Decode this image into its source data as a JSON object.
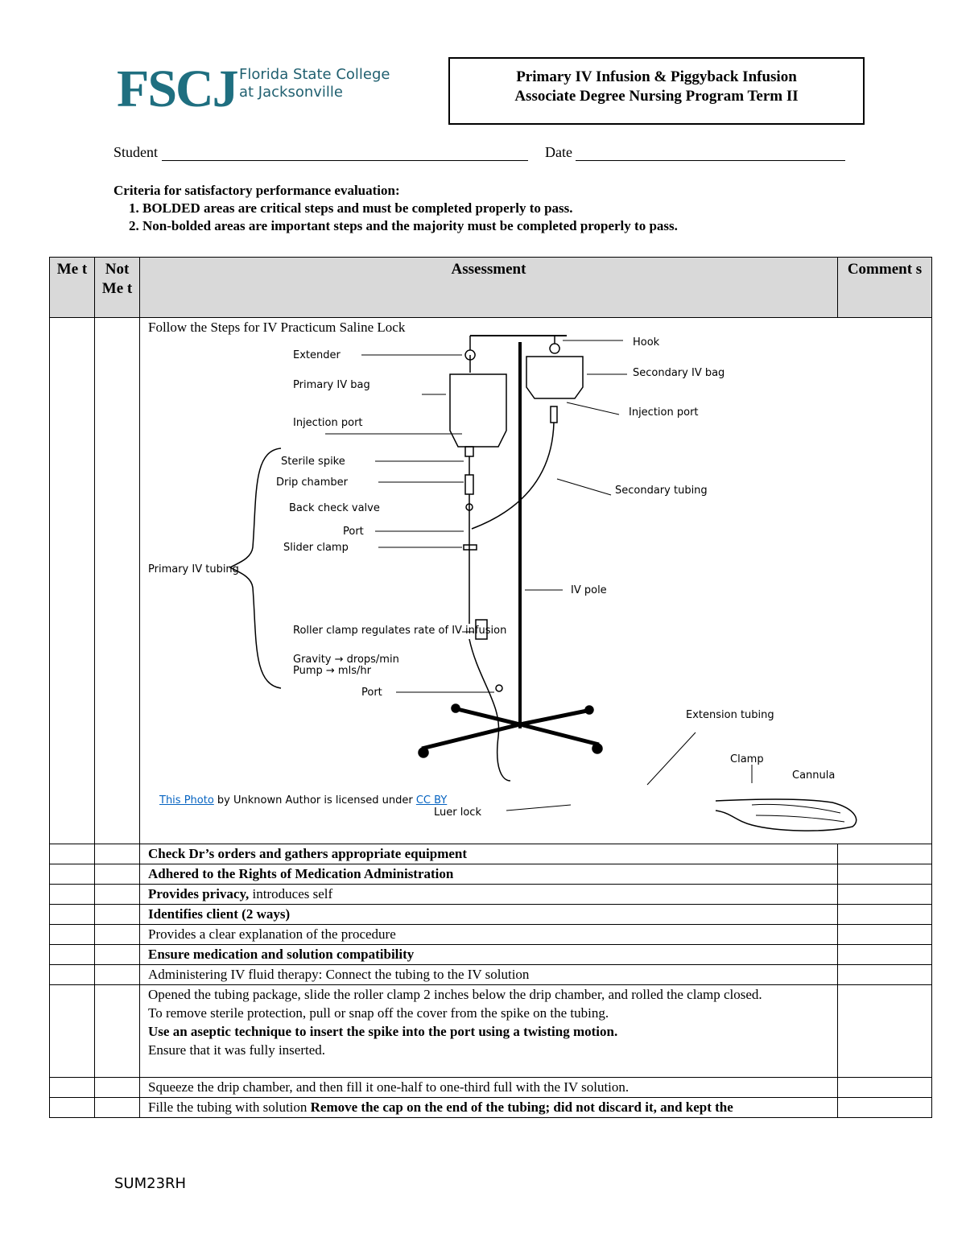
{
  "header": {
    "logo_text": "FSCJ",
    "logo_name_line1": "Florida State College",
    "logo_name_line2": "at Jacksonville",
    "title_line1": "Primary IV Infusion & Piggyback Infusion",
    "title_line2": "Associate Degree Nursing Program Term II"
  },
  "form": {
    "student_label": "Student",
    "date_label": "Date"
  },
  "criteria": {
    "heading": "Criteria for satisfactory performance evaluation:",
    "items": [
      "BOLDED areas are critical steps and must be completed properly to pass.",
      "Non-bolded areas are important steps and the majority must be completed properly to pass."
    ]
  },
  "table": {
    "headers": {
      "met": "Me t",
      "not_met": "Not Me t",
      "assessment": "Assessment",
      "comments": "Comment s"
    },
    "diagram_intro": "Follow the Steps for IV Practicum Saline Lock",
    "diagram_labels": {
      "hook": "Hook",
      "extender": "Extender",
      "primary_bag": "Primary IV bag",
      "secondary_bag": "Secondary IV bag",
      "injection_port_left": "Injection port",
      "injection_port_right": "Injection port",
      "sterile_spike": "Sterile spike",
      "drip_chamber": "Drip chamber",
      "back_check": "Back check valve",
      "port1": "Port",
      "slider_clamp": "Slider clamp",
      "secondary_tubing": "Secondary tubing",
      "primary_tubing": "Primary IV tubing",
      "iv_pole": "IV pole",
      "roller_clamp": "Roller clamp regulates rate of IV infusion",
      "gravity": "Gravity → drops/min",
      "pump": "Pump → mls/hr",
      "port2": "Port",
      "extension_tubing": "Extension tubing",
      "clamp": "Clamp",
      "cannula": "Cannula",
      "luer_lock": "Luer lock"
    },
    "credit": {
      "photo": "This Photo",
      "middle": " by Unknown Author is licensed under ",
      "license": "CC BY"
    },
    "rows": [
      {
        "text": "Check Dr’s orders and gathers appropriate equipment"
      },
      {
        "text": "Adhered to the Rights of Medication Administration"
      },
      {
        "bold": "Provides privacy,",
        "rest": " introduces self"
      },
      {
        "text": "Identifies client (2 ways)"
      },
      {
        "text": "Provides a clear explanation of the procedure"
      },
      {
        "text": "Ensure medication and solution compatibility"
      },
      {
        "text": "Administering IV fluid therapy: Connect the tubing to the IV solution"
      },
      {
        "line1": "Opened the tubing package, slide the roller clamp 2 inches below the drip chamber, and rolled the clamp closed.",
        "line2": "To remove sterile protection, pull or snap off the cover from the spike on the tubing.",
        "line3": "Use an aseptic technique to insert the spike into the port using a twisting motion.",
        "line4": "Ensure that it was fully inserted."
      },
      {
        "text": "Squeeze the drip chamber, and then fill it one-half to one-third full with the IV solution."
      },
      {
        "rest": "Fille the tubing with solution ",
        "bold": "Remove the cap on the end of the tubing; did not discard it, and kept the"
      }
    ]
  },
  "footer": {
    "code": "SUM23RH"
  }
}
